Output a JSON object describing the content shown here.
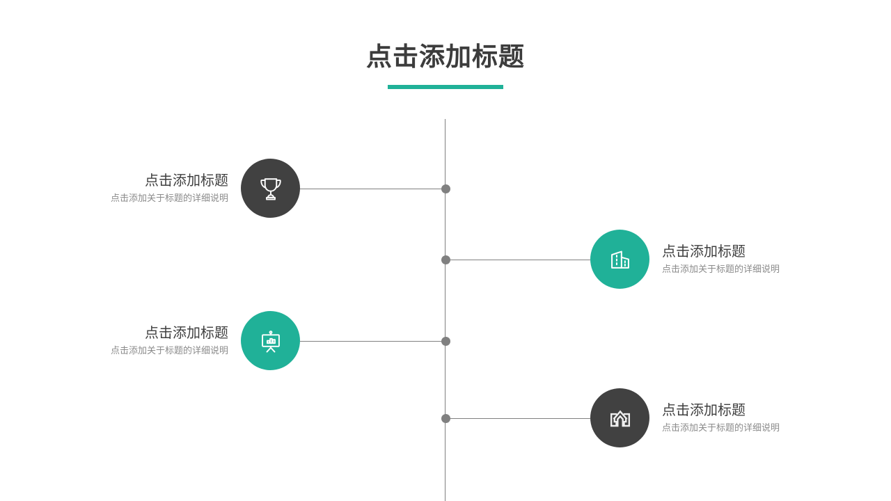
{
  "slide": {
    "title": "点击添加标题",
    "accent_color": "#20b198",
    "dark_color": "#414141",
    "line_color": "#808080",
    "background": "#ffffff"
  },
  "items": [
    {
      "heading": "点击添加标题",
      "subtitle": "点击添加关于标题的详细说明",
      "icon": "trophy-icon",
      "circle_color": "#414141",
      "side": "left"
    },
    {
      "heading": "点击添加标题",
      "subtitle": "点击添加关于标题的详细说明",
      "icon": "building-icon",
      "circle_color": "#20b198",
      "side": "right"
    },
    {
      "heading": "点击添加标题",
      "subtitle": "点击添加关于标题的详细说明",
      "icon": "presentation-chart-icon",
      "circle_color": "#20b198",
      "side": "left"
    },
    {
      "heading": "点击添加标题",
      "subtitle": "点击添加关于标题的详细说明",
      "icon": "house-arrow-icon",
      "circle_color": "#414141",
      "side": "right"
    }
  ]
}
